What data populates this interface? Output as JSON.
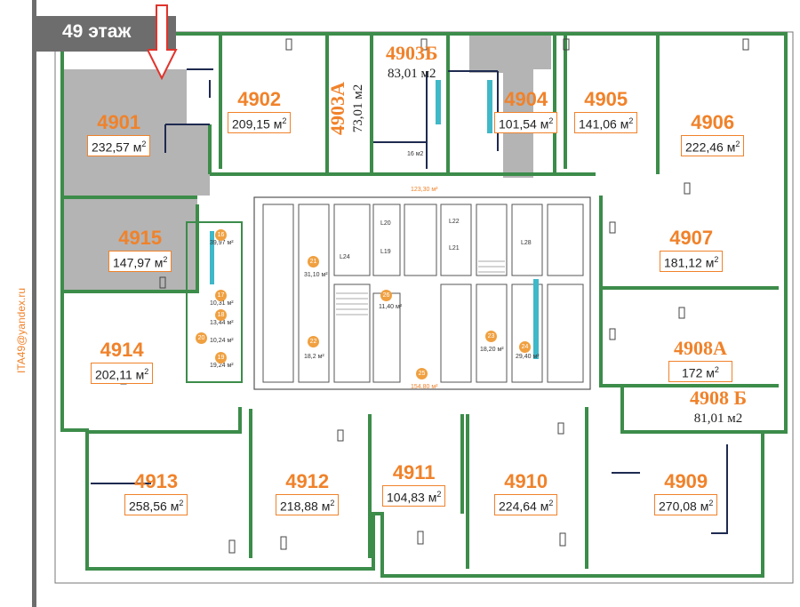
{
  "floor_label": "49 этаж",
  "email": "ITA49@yandex.ru",
  "rooms": [
    {
      "num": "4901",
      "area": "232,57 м",
      "sup": "2"
    },
    {
      "num": "4902",
      "area": "209,15 м",
      "sup": "2"
    },
    {
      "num": "4903А",
      "area": "73,01 м2",
      "sup": ""
    },
    {
      "num": "4903Б",
      "area": "83,01 м2",
      "sup": ""
    },
    {
      "num": "4904",
      "area": "101,54 м",
      "sup": "2"
    },
    {
      "num": "4905",
      "area": "141,06 м",
      "sup": "2"
    },
    {
      "num": "4906",
      "area": "222,46 м",
      "sup": "2"
    },
    {
      "num": "4907",
      "area": "181,12 м",
      "sup": "2"
    },
    {
      "num": "4908А",
      "area": "172  м",
      "sup": "2"
    },
    {
      "num": "4908 Б",
      "area": "81,01 м2",
      "sup": ""
    },
    {
      "num": "4909",
      "area": "270,08 м",
      "sup": "2"
    },
    {
      "num": "4910",
      "area": "224,64 м",
      "sup": "2"
    },
    {
      "num": "4911",
      "area": "104,83 м",
      "sup": "2"
    },
    {
      "num": "4912",
      "area": "218,88 м",
      "sup": "2"
    },
    {
      "num": "4913",
      "area": "258,56 м",
      "sup": "2"
    },
    {
      "num": "4914",
      "area": "202,11 м",
      "sup": "2"
    },
    {
      "num": "4915",
      "area": "147,97 м",
      "sup": "2"
    }
  ],
  "small_labels": [
    "16 м2",
    "123,30 м²",
    "L22",
    "L21",
    "L24",
    "L28",
    "L20",
    "L19",
    "154,80 м²",
    "31,10 м²",
    "11,40 м²",
    "18,2 м²",
    "18,20 м²",
    "29,40 м²",
    "39,97 м²",
    "10,31 м²",
    "13,44 м²",
    "10,24 м²",
    "19,24 м²"
  ],
  "core_numbers": [
    "16",
    "17",
    "18",
    "19",
    "20",
    "21",
    "22",
    "23",
    "24",
    "25",
    "26"
  ],
  "colors": {
    "accent": "#f0822a",
    "wall_green": "#3c8c4a",
    "shade": "#b4b4b4",
    "header": "#6d6d6d"
  }
}
